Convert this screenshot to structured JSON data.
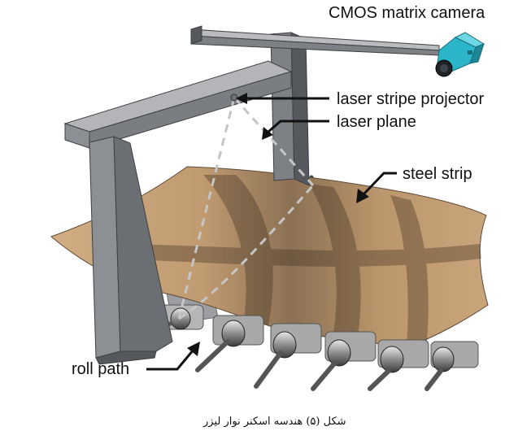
{
  "labels": {
    "camera": "CMOS matrix camera",
    "projector": "laser stripe projector",
    "plane": "laser plane",
    "strip": "steel strip",
    "roll": "roll path"
  },
  "caption": "شکل (۵) هندسه اسکنر نوار لیزر",
  "colors": {
    "frame_light": "#a7a9ac",
    "frame_mid": "#7d8084",
    "frame_dark": "#55585c",
    "strip_light": "#caa47a",
    "strip_dark": "#6e5a44",
    "camera_body": "#2bb5c8",
    "laser_dash": "#c6c6c6"
  }
}
